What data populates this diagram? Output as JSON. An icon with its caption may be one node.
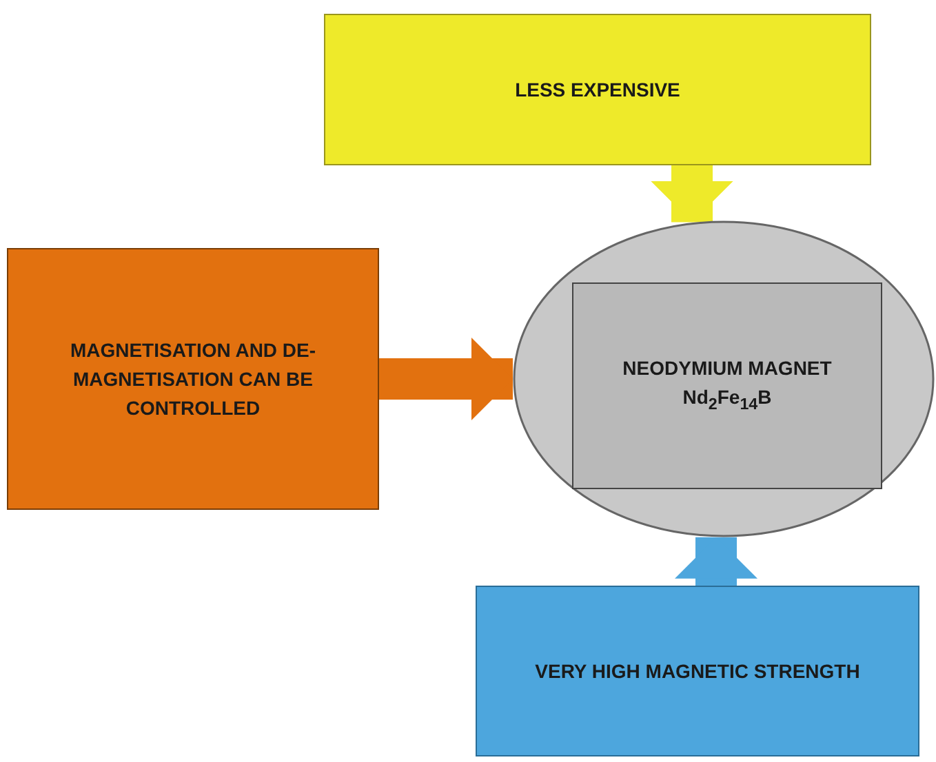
{
  "diagram": {
    "nodes": [
      {
        "text": [
          "LESS EXPENSIVE"
        ]
      },
      {
        "text": [
          "MAGNETISATION AND DE-MAGNETISATION CAN BE CONTROLLED"
        ]
      },
      {
        "text": [],
        "shape": "circle"
      },
      {
        "text": [
          "NEODYMIUM MAGNET",
          "Nd$_{2}$Fe$_{14}$B"
        ],
        "in": 2
      },
      {
        "text": [
          "VERY HIGH MAGNETIC STRENGTH"
        ]
      }
    ],
    "edges": [
      {
        "from": 0,
        "to": 2,
        "arrow": "to",
        "color": "#eeea2a"
      },
      {
        "from": 1,
        "to": 2,
        "arrow": "to",
        "color": "#e2710f"
      },
      {
        "from": 4,
        "to": 2,
        "arrow": "to",
        "color": "#4da6dd"
      }
    ]
  }
}
